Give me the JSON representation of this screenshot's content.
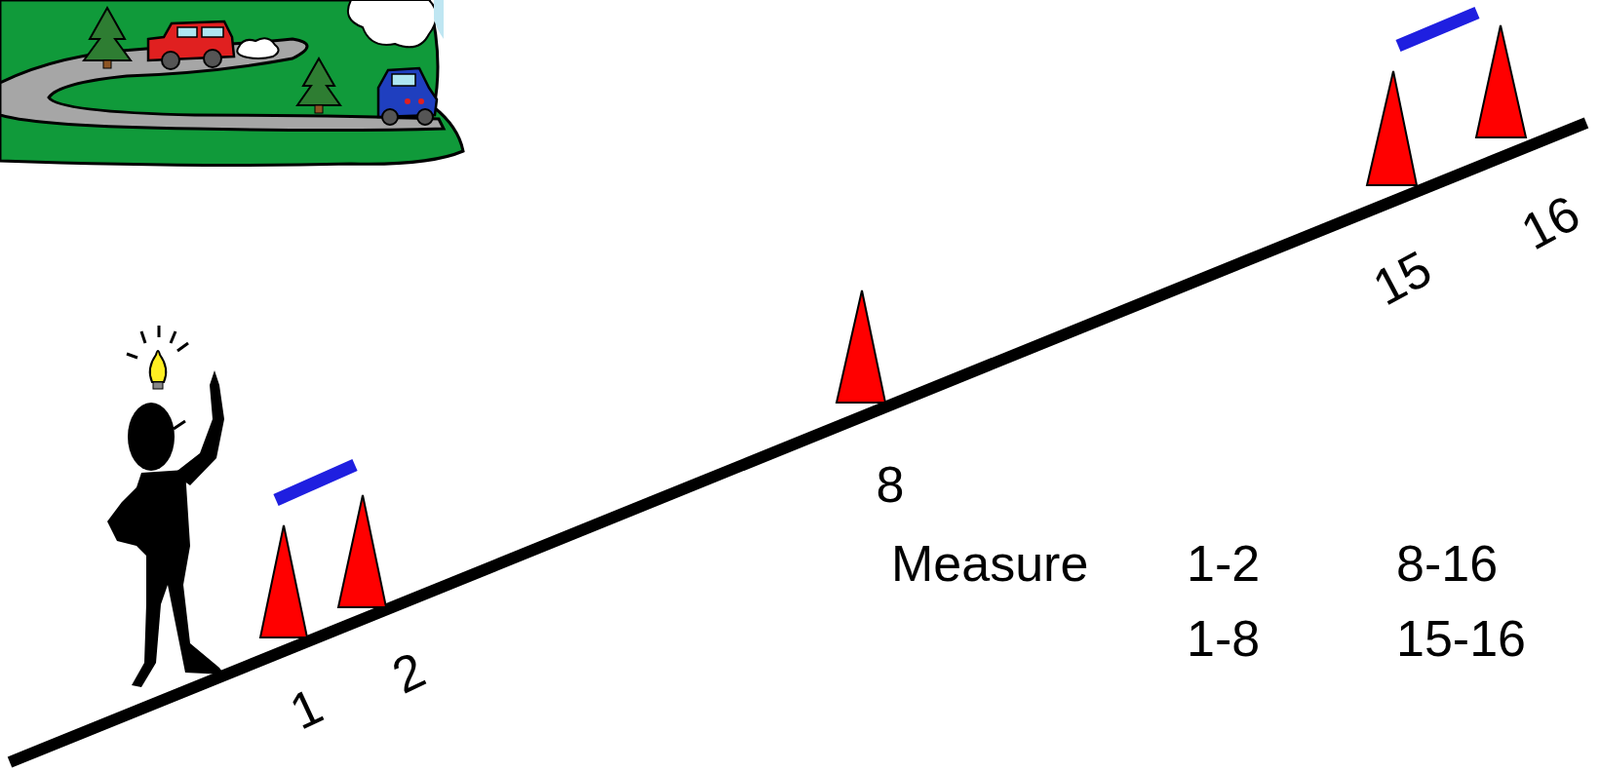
{
  "diagram": {
    "labels": [
      "1",
      "2",
      "8",
      "15",
      "16",
      "Measure",
      "1-2",
      "8-16",
      "1-8",
      "15-16"
    ]
  }
}
